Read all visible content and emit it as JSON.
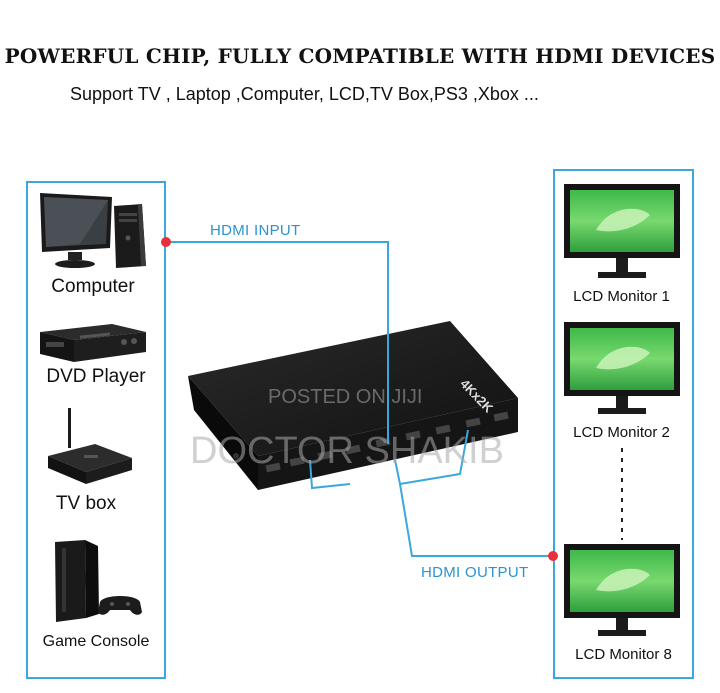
{
  "header": {
    "title": "POWERFUL CHIP, FULLY COMPATIBLE WITH HDMI DEVICES",
    "subtitle": "Support TV , Laptop ,Computer, LCD,TV Box,PS3 ,Xbox ..."
  },
  "inputs": [
    {
      "label": "Computer",
      "icon": "computer-icon"
    },
    {
      "label": "DVD Player",
      "icon": "dvd-player-icon"
    },
    {
      "label": "TV box",
      "icon": "tv-box-icon"
    },
    {
      "label": "Game Console",
      "icon": "game-console-icon"
    }
  ],
  "outputs": [
    {
      "label": "LCD Monitor 1",
      "icon": "lcd-monitor-icon"
    },
    {
      "label": "LCD Monitor 2",
      "icon": "lcd-monitor-icon"
    },
    {
      "label": "LCD Monitor 8",
      "icon": "lcd-monitor-icon"
    }
  ],
  "links": {
    "input_label": "HDMI INPUT",
    "output_label": "HDMI OUTPUT"
  },
  "device": {
    "badge": "4Kx2K"
  },
  "watermark": {
    "line1": "POSTED ON JIJI",
    "line2": "DOCTOR SHAKIB"
  },
  "colors": {
    "accent": "#3aa7dd",
    "dot": "#e8303a",
    "screen": "#4fc95a"
  }
}
